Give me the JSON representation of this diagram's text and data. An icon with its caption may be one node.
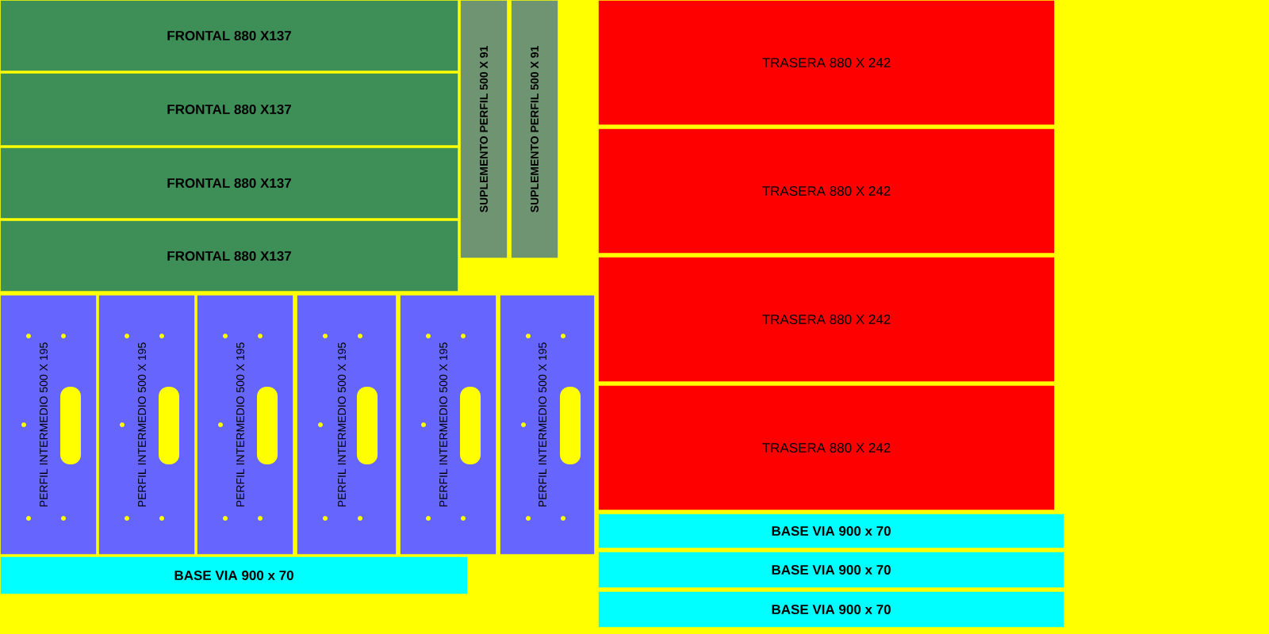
{
  "diagram": {
    "nodes": [
      {
        "text": [
          "FRONTAL 880 X137"
        ]
      },
      {
        "text": [
          "FRONTAL 880 X137"
        ]
      },
      {
        "text": [
          "FRONTAL 880 X137"
        ]
      },
      {
        "text": [
          "FRONTAL 880 X137"
        ]
      },
      {
        "text": [
          "SUPLEMENTO PERFIL 500 X 91"
        ]
      },
      {
        "text": [
          "SUPLEMENTO PERFIL 500 X 91"
        ]
      },
      {
        "text": [
          "TRASERA 880 X 242"
        ]
      },
      {
        "text": [
          "TRASERA 880 X 242"
        ]
      },
      {
        "text": [
          "TRASERA 880 X 242"
        ]
      },
      {
        "text": [
          "TRASERA 880 X 242"
        ]
      },
      {
        "text": [
          "PERFIL INTERMEDIO 500 X 195"
        ]
      },
      {
        "text": [
          "PERFIL INTERMEDIO 500 X 195"
        ]
      },
      {
        "text": [
          "PERFIL INTERMEDIO 500 X 195"
        ]
      },
      {
        "text": [
          "PERFIL INTERMEDIO 500 X 195"
        ]
      },
      {
        "text": [
          "PERFIL INTERMEDIO 500 X 195"
        ]
      },
      {
        "text": [
          "PERFIL INTERMEDIO 500 X 195"
        ]
      },
      {
        "text": [
          "BASE VIA 900 x 70"
        ]
      },
      {
        "text": [
          "BASE VIA 900 x 70"
        ]
      },
      {
        "text": [
          "BASE VIA 900 x 70"
        ]
      },
      {
        "text": [
          "BASE VIA 900 x 70"
        ]
      }
    ],
    "edges": []
  }
}
